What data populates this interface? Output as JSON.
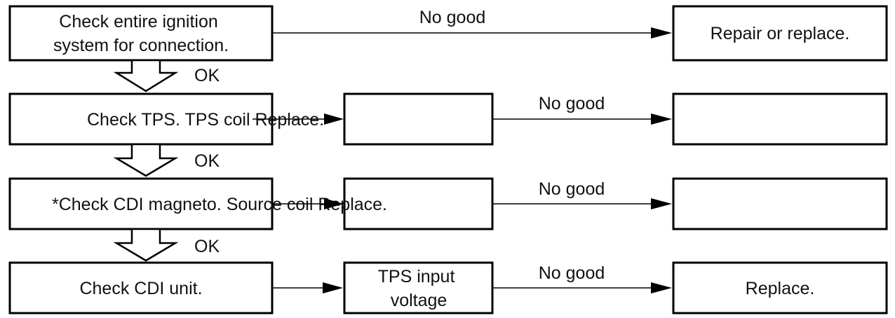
{
  "boxes": {
    "check_ignition": {
      "lines": [
        "Check entire ignition",
        "system for connection."
      ]
    },
    "repair_replace": {
      "lines": [
        "Repair or replace."
      ]
    },
    "check_tps": {
      "lines": [
        "Check TPS. TPS coil Replace."
      ]
    },
    "check_cdi_magneto": {
      "lines": [
        "*Check CDI magneto. Source coil Replace."
      ]
    },
    "check_cdi_unit": {
      "lines": [
        "Check CDI unit."
      ]
    },
    "tps_input_voltage": {
      "lines": [
        "TPS input",
        "voltage"
      ]
    },
    "replace_final": {
      "lines": [
        "Replace."
      ]
    }
  },
  "labels": {
    "no_good_1": "No good",
    "no_good_2": "No good",
    "no_good_3": "No good",
    "no_good_4": "No good",
    "ok_1": "OK",
    "ok_2": "OK",
    "ok_3": "OK"
  }
}
